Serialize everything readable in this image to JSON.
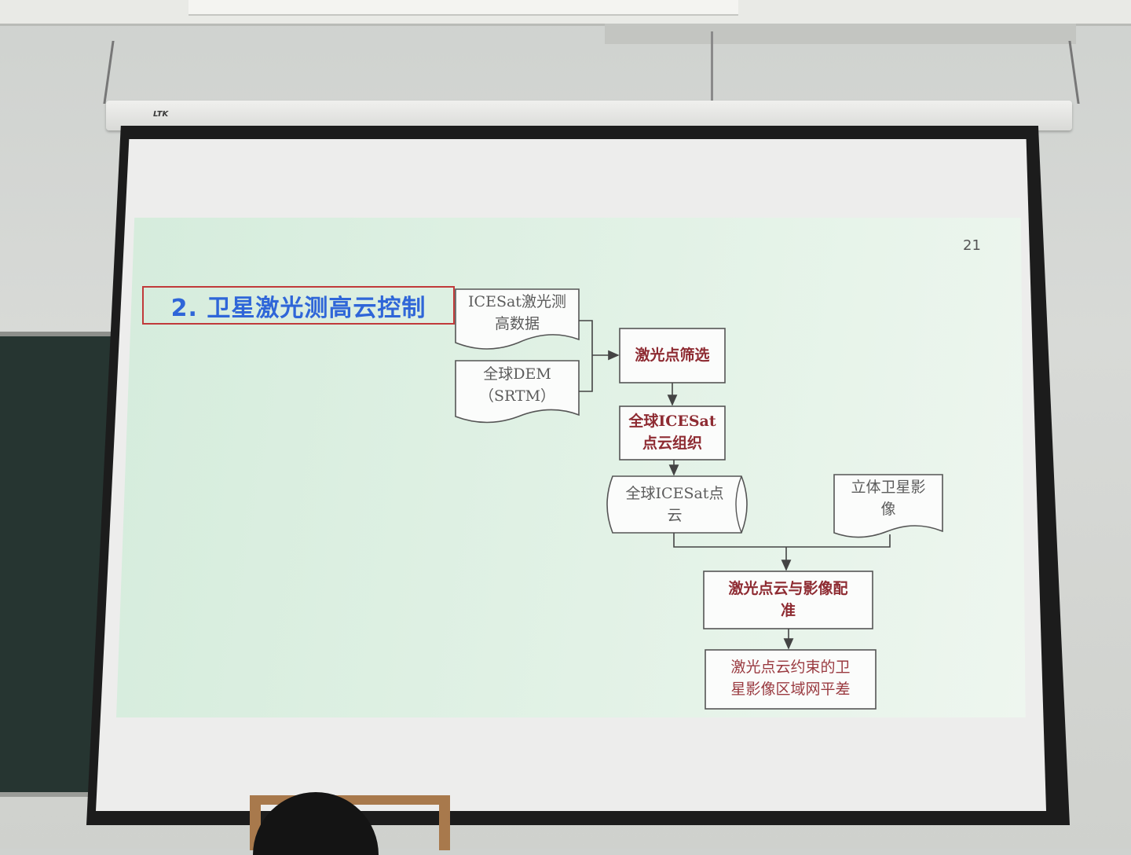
{
  "slide": {
    "page_number": "21",
    "title": "2. 卫星激光测高云控制"
  },
  "flowchart": {
    "nodes": {
      "icesat_data": {
        "line1": "ICESat激光测",
        "line2": "高数据"
      },
      "global_dem": {
        "line1": "全球DEM",
        "line2": "（SRTM）"
      },
      "point_filter": {
        "line1": "激光点筛选"
      },
      "point_cloud_org": {
        "line1": "全球ICESat",
        "line2": "点云组织"
      },
      "point_cloud": {
        "line1": "全球ICESat点",
        "line2": "云"
      },
      "stereo_imagery": {
        "line1": "立体卫星影",
        "line2": "像"
      },
      "registration": {
        "line1": "激光点云与影像配",
        "line2": "准"
      },
      "block_adjustment": {
        "line1": "激光点云约束的卫",
        "line2": "星影像区域网平差"
      }
    }
  },
  "colors": {
    "slide_background": "#dcefe2",
    "title_text": "#2f66d8",
    "title_border": "#c13a3a",
    "process_text": "#8e2b32",
    "data_text": "#5c5c5c"
  }
}
